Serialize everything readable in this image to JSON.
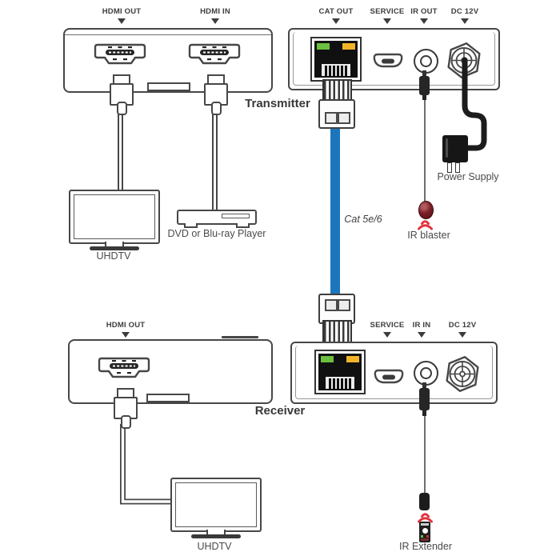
{
  "splitter": {
    "hdmi_out": "HDMI OUT",
    "hdmi_in": "HDMI IN"
  },
  "source_devices": {
    "tv": "UHDTV",
    "player": "DVD or Blu-ray Player"
  },
  "transmitter": {
    "title": "Transmitter",
    "ports": {
      "cat_out": "CAT OUT",
      "service": "SERVICE",
      "ir_out": "IR OUT",
      "dc": "DC 12V"
    },
    "power_supply": "Power Supply",
    "ir_blaster": "IR blaster"
  },
  "link": {
    "cable": "Cat 5e/6"
  },
  "receiver": {
    "title": "Receiver",
    "ports": {
      "service": "SERVICE",
      "ir_in": "IR IN",
      "dc": "DC 12V"
    },
    "hdmi_out": "HDMI OUT",
    "tv": "UHDTV",
    "ir_extender": "IR Extender"
  },
  "colors": {
    "outline": "#474747",
    "label": "#3d3d3d",
    "caption": "#4a4a4a",
    "cat_cable": "#1c76bd",
    "led_green": "#6cbf3f",
    "led_yellow": "#f2b52a",
    "ir_red": "#e23440",
    "ir_bulb": "#7a2026"
  }
}
